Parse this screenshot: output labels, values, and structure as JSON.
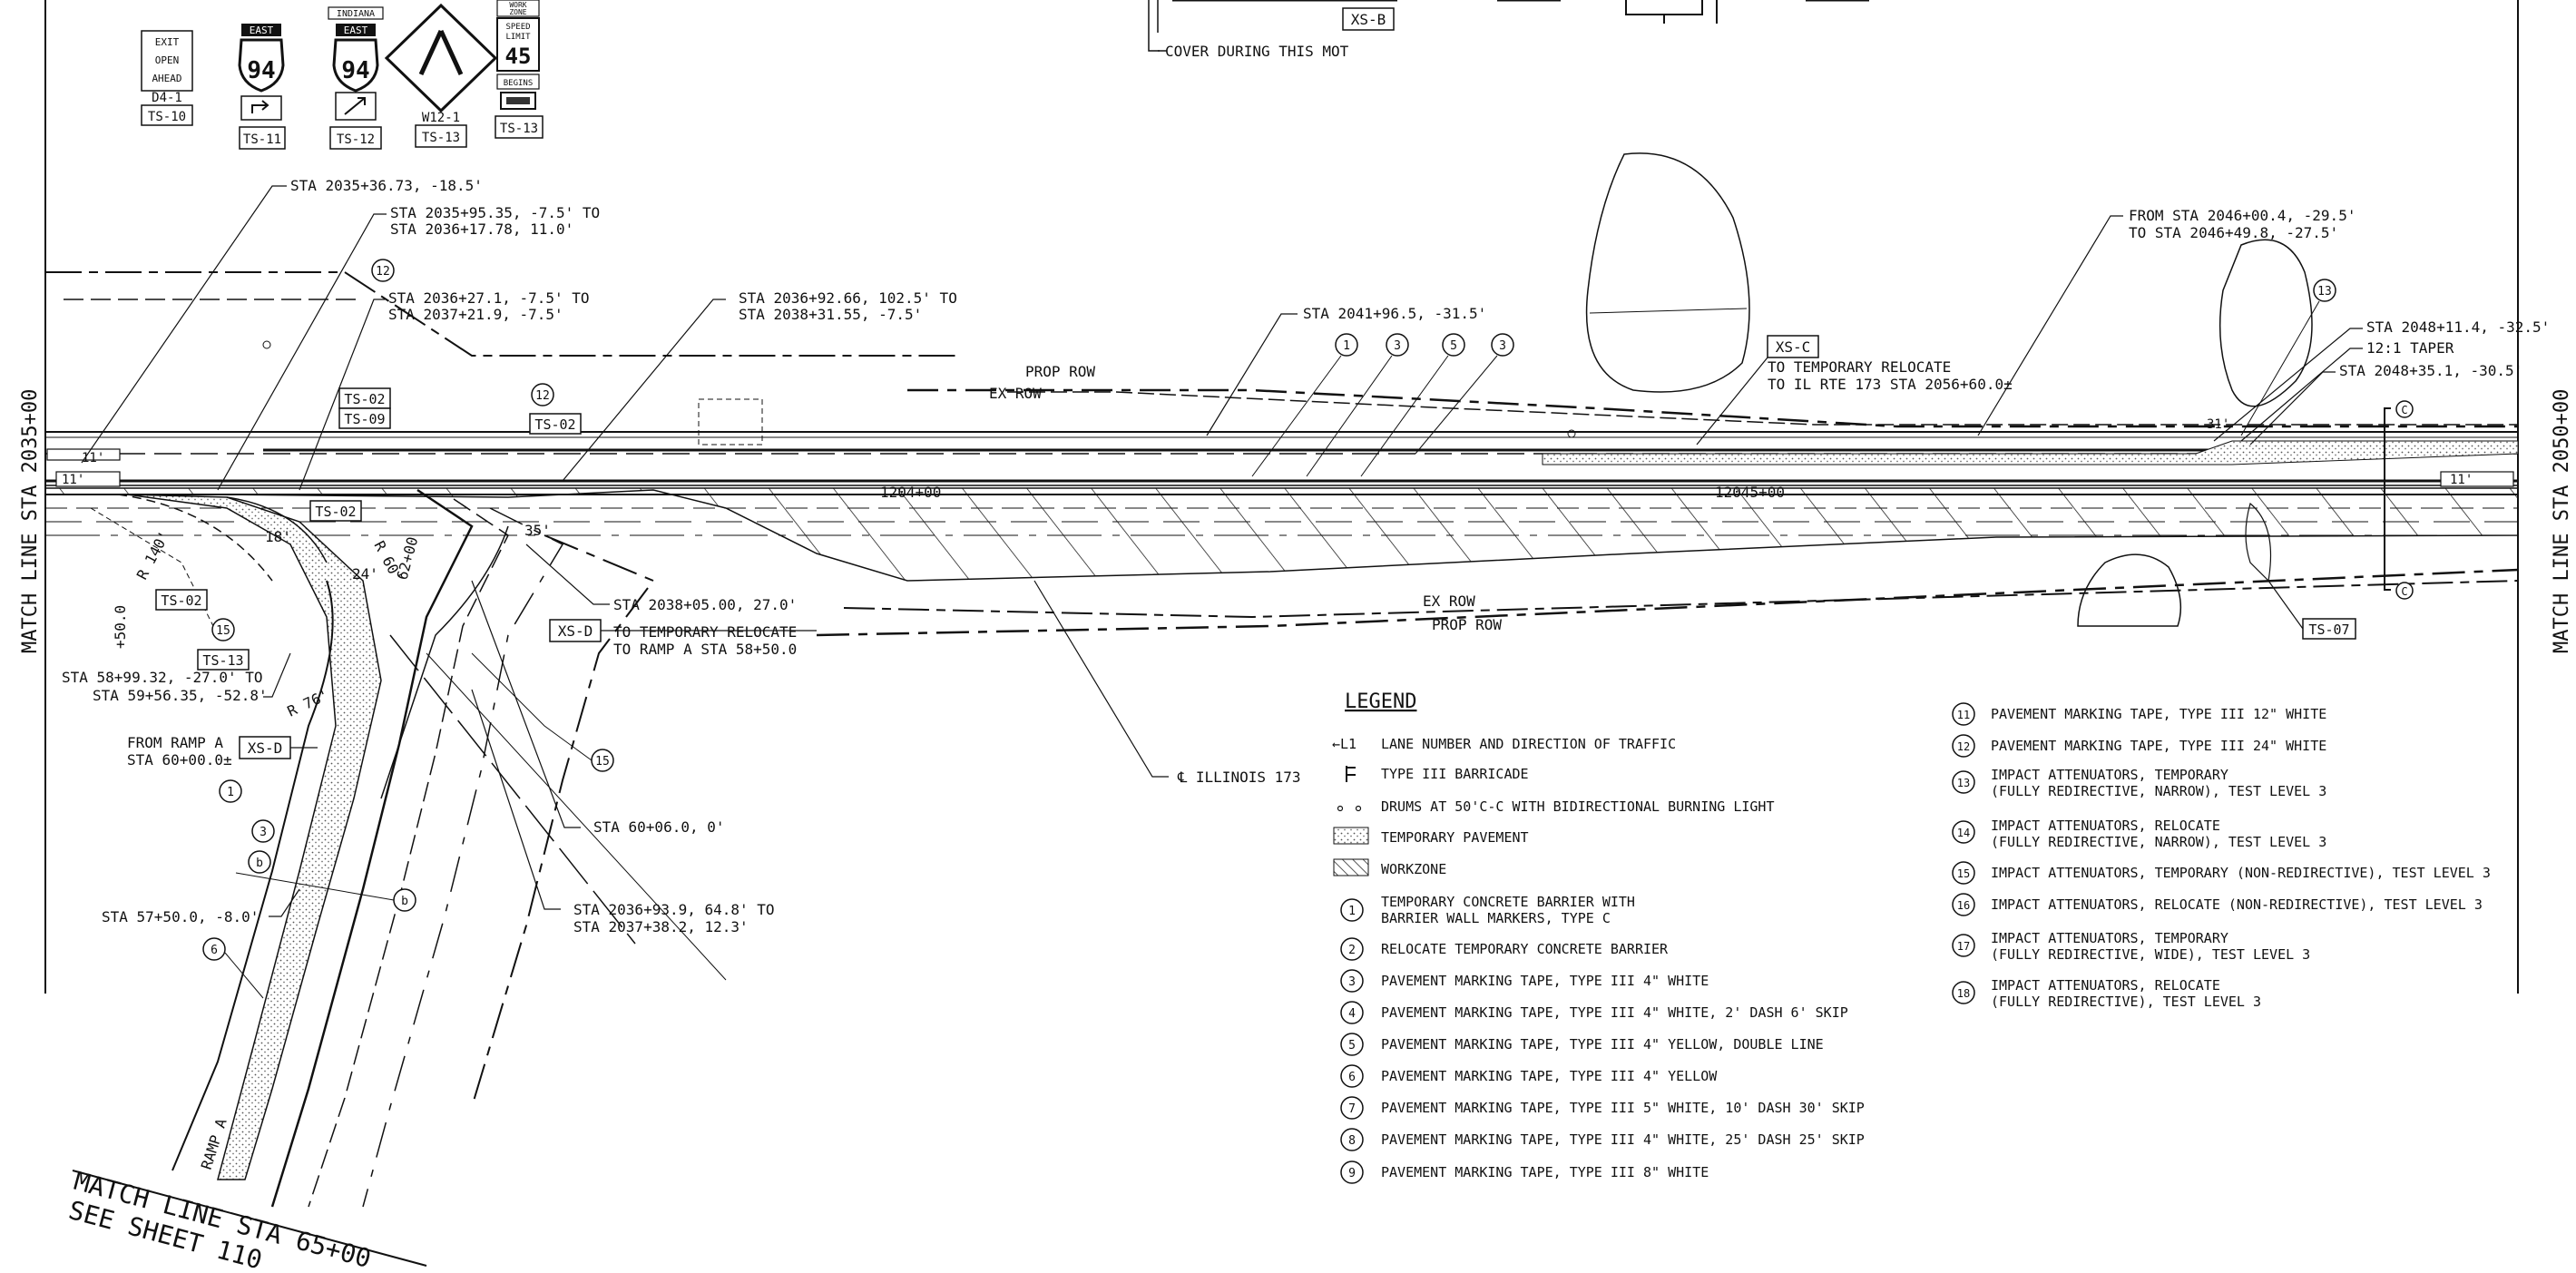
{
  "signs": {
    "exit_open": [
      "EXIT",
      "OPEN",
      "AHEAD"
    ],
    "d41": "D4-1",
    "ts10": "TS-10",
    "east": "EAST",
    "indiana": "INDIANA",
    "i94": "94",
    "ts11": "TS-11",
    "ts12": "TS-12",
    "w121": "W12-1",
    "ts13": "TS-13",
    "work": "WORK",
    "zone": "ZONE",
    "speed": "SPEED",
    "limit": "LIMIT",
    "forty_five": "45",
    "begins": "BEGINS",
    "ts13b": "TS-13"
  },
  "top": {
    "xsb": "XS-B",
    "cover": "COVER DURING THIS MOT"
  },
  "match_lines": {
    "left": "MATCH LINE STA 2035+00",
    "right": "MATCH LINE STA 2050+00",
    "bottom1": "MATCH LINE STA 65+00",
    "bottom2": "SEE SHEET 110"
  },
  "callouts": {
    "c1": "STA 2035+36.73, -18.5'",
    "c2a": "STA 2035+95.35, -7.5' TO",
    "c2b": "STA 2036+17.78, 11.0'",
    "c3a": "STA 2036+27.1, -7.5' TO",
    "c3b": "STA 2037+21.9, -7.5'",
    "c4a": "STA 2036+92.66, 102.5' TO",
    "c4b": "STA 2038+31.55, -7.5'",
    "c5": "STA 2041+96.5, -31.5'",
    "c6a": "FROM STA 2046+00.4, -29.5'",
    "c6b": "TO STA 2046+49.8, -27.5'",
    "c7": "STA 2048+11.4, -32.5'",
    "c8": "12:1 TAPER",
    "c9": "STA 2048+35.1, -30.5'",
    "xsc": "XS-C",
    "c10a": "TO TEMPORARY RELOCATE",
    "c10b": "TO IL RTE 173 STA 2056+60.0±",
    "c11": "STA 2038+05.00, 27.0'",
    "xsd": "XS-D",
    "c12a": "TO TEMPORARY RELOCATE",
    "c12b": "TO RAMP A STA 58+50.0",
    "c13a": "STA 58+99.32, -27.0' TO",
    "c13b": "STA 59+56.35, -52.8'",
    "c14a": "FROM RAMP A",
    "c14b": "STA 60+00.0±",
    "xsd2": "XS-D",
    "c15": "STA 60+06.0, 0'",
    "c16": "STA 57+50.0, -8.0'",
    "c17a": "STA 2036+93.9, 64.8' TO",
    "c17b": "STA 2037+38.2, 12.3'",
    "cl": "℄ ILLINOIS 173",
    "prop_row": "PROP ROW",
    "ex_row": "EX ROW",
    "ex_row2": "EX ROW",
    "prop_row2": "PROP ROW",
    "sta_a": "1204+00",
    "sta_b": "12045+00",
    "ts02a": "TS-02",
    "ts09": "TS-09",
    "ts02b": "TS-02",
    "ts02c": "TS-02",
    "ts02d": "TS-02",
    "ts13c": "TS-13",
    "ts07": "TS-07",
    "plus50": "+50.0",
    "r140": "R 140'",
    "r76": "R 76'",
    "r60": "R 60'",
    "d18": "18'",
    "d24": "24'",
    "d35": "35'",
    "d31": "31'",
    "d11a": "11'",
    "d11b": "11'",
    "d11c": "11'",
    "ramp_a": "RAMP A",
    "sta_62": "62+00",
    "n12a": "12",
    "n12b": "12",
    "n1": "1",
    "n3": "3",
    "n5": "5",
    "n3b": "3",
    "n13": "13",
    "n15a": "15",
    "n15b": "15",
    "n1b": "1",
    "n3c": "3",
    "nba": "b",
    "nbb": "b",
    "n6": "6",
    "cmark_top": "C",
    "cmark_bot": "C"
  },
  "legend": {
    "title": "LEGEND",
    "sym_lane": "←L1",
    "left": [
      {
        "label": "LANE NUMBER AND DIRECTION OF TRAFFIC"
      },
      {
        "label": "TYPE III BARRICADE"
      },
      {
        "label": "DRUMS AT 50'C-C WITH BIDIRECTIONAL BURNING LIGHT"
      },
      {
        "label": "TEMPORARY PAVEMENT"
      },
      {
        "label": "WORKZONE"
      },
      {
        "num": "1",
        "label": "TEMPORARY CONCRETE BARRIER WITH",
        "label2": "BARRIER WALL MARKERS, TYPE C"
      },
      {
        "num": "2",
        "label": "RELOCATE TEMPORARY CONCRETE BARRIER"
      },
      {
        "num": "3",
        "label": "PAVEMENT MARKING TAPE, TYPE III 4\" WHITE"
      },
      {
        "num": "4",
        "label": "PAVEMENT MARKING TAPE, TYPE III 4\" WHITE, 2' DASH 6' SKIP"
      },
      {
        "num": "5",
        "label": "PAVEMENT MARKING TAPE, TYPE III 4\" YELLOW, DOUBLE LINE"
      },
      {
        "num": "6",
        "label": "PAVEMENT MARKING TAPE, TYPE III 4\" YELLOW"
      },
      {
        "num": "7",
        "label": "PAVEMENT MARKING TAPE, TYPE III 5\" WHITE, 10' DASH 30' SKIP"
      },
      {
        "num": "8",
        "label": "PAVEMENT MARKING TAPE, TYPE III 4\" WHITE, 25' DASH 25' SKIP"
      },
      {
        "num": "9",
        "label": "PAVEMENT MARKING TAPE, TYPE III 8\" WHITE"
      }
    ],
    "right": [
      {
        "num": "11",
        "label": "PAVEMENT MARKING TAPE, TYPE III 12\" WHITE"
      },
      {
        "num": "12",
        "label": "PAVEMENT MARKING TAPE, TYPE III 24\" WHITE"
      },
      {
        "num": "13",
        "label": "IMPACT ATTENUATORS, TEMPORARY",
        "label2": "(FULLY REDIRECTIVE, NARROW), TEST LEVEL 3"
      },
      {
        "num": "14",
        "label": "IMPACT ATTENUATORS, RELOCATE",
        "label2": "(FULLY REDIRECTIVE, NARROW), TEST LEVEL 3"
      },
      {
        "num": "15",
        "label": "IMPACT ATTENUATORS, TEMPORARY (NON-REDIRECTIVE), TEST LEVEL 3"
      },
      {
        "num": "16",
        "label": "IMPACT ATTENUATORS, RELOCATE (NON-REDIRECTIVE), TEST LEVEL 3"
      },
      {
        "num": "17",
        "label": "IMPACT ATTENUATORS, TEMPORARY",
        "label2": "(FULLY REDIRECTIVE, WIDE), TEST LEVEL 3"
      },
      {
        "num": "18",
        "label": "IMPACT ATTENUATORS, RELOCATE",
        "label2": "(FULLY REDIRECTIVE), TEST LEVEL 3"
      }
    ]
  }
}
